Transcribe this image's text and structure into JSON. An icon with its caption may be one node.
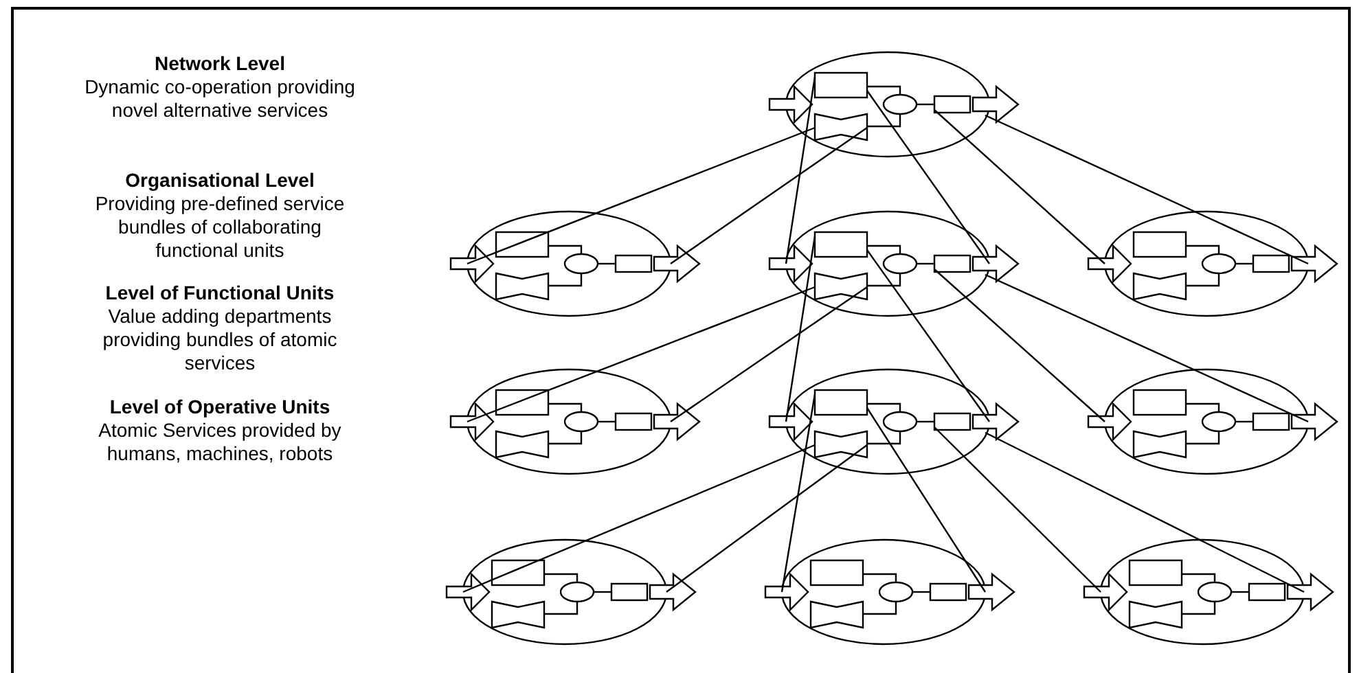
{
  "diagram": {
    "nodes": [
      {
        "text": [],
        "shape": "ellipse"
      },
      {
        "text": [],
        "shape": "ellipse"
      },
      {
        "text": [],
        "shape": "ellipse"
      },
      {
        "text": [],
        "shape": "ellipse"
      },
      {
        "text": [],
        "shape": "ellipse"
      },
      {
        "text": [],
        "shape": "ellipse"
      },
      {
        "text": [],
        "shape": "ellipse"
      },
      {
        "text": [],
        "shape": "ellipse"
      },
      {
        "text": [],
        "shape": "ellipse"
      },
      {
        "text": [],
        "shape": "ellipse"
      }
    ],
    "edges": [
      {
        "from": 0,
        "to": 1,
        "arrow": "none"
      },
      {
        "from": 0,
        "to": 1,
        "arrow": "none"
      },
      {
        "from": 0,
        "to": 2,
        "arrow": "none"
      },
      {
        "from": 0,
        "to": 2,
        "arrow": "none"
      },
      {
        "from": 0,
        "to": 3,
        "arrow": "none"
      },
      {
        "from": 0,
        "to": 3,
        "arrow": "none"
      },
      {
        "from": 2,
        "to": 4,
        "arrow": "none"
      },
      {
        "from": 2,
        "to": 4,
        "arrow": "none"
      },
      {
        "from": 2,
        "to": 5,
        "arrow": "none"
      },
      {
        "from": 2,
        "to": 5,
        "arrow": "none"
      },
      {
        "from": 2,
        "to": 6,
        "arrow": "none"
      },
      {
        "from": 2,
        "to": 6,
        "arrow": "none"
      },
      {
        "from": 5,
        "to": 7,
        "arrow": "none"
      },
      {
        "from": 5,
        "to": 7,
        "arrow": "none"
      },
      {
        "from": 5,
        "to": 8,
        "arrow": "none"
      },
      {
        "from": 5,
        "to": 8,
        "arrow": "none"
      },
      {
        "from": 5,
        "to": 9,
        "arrow": "none"
      },
      {
        "from": 5,
        "to": 9,
        "arrow": "none"
      }
    ],
    "labels": [
      "Network Level",
      "Dynamic co-operation providing novel alternative services",
      "Organisational Level",
      "Providing pre-defined service bundles of collaborating functional units",
      "Level of Functional Units",
      "Value adding departments providing bundles of atomic services",
      "Level of Operative Units",
      "Atomic Services provided by humans, machines, robots"
    ]
  }
}
